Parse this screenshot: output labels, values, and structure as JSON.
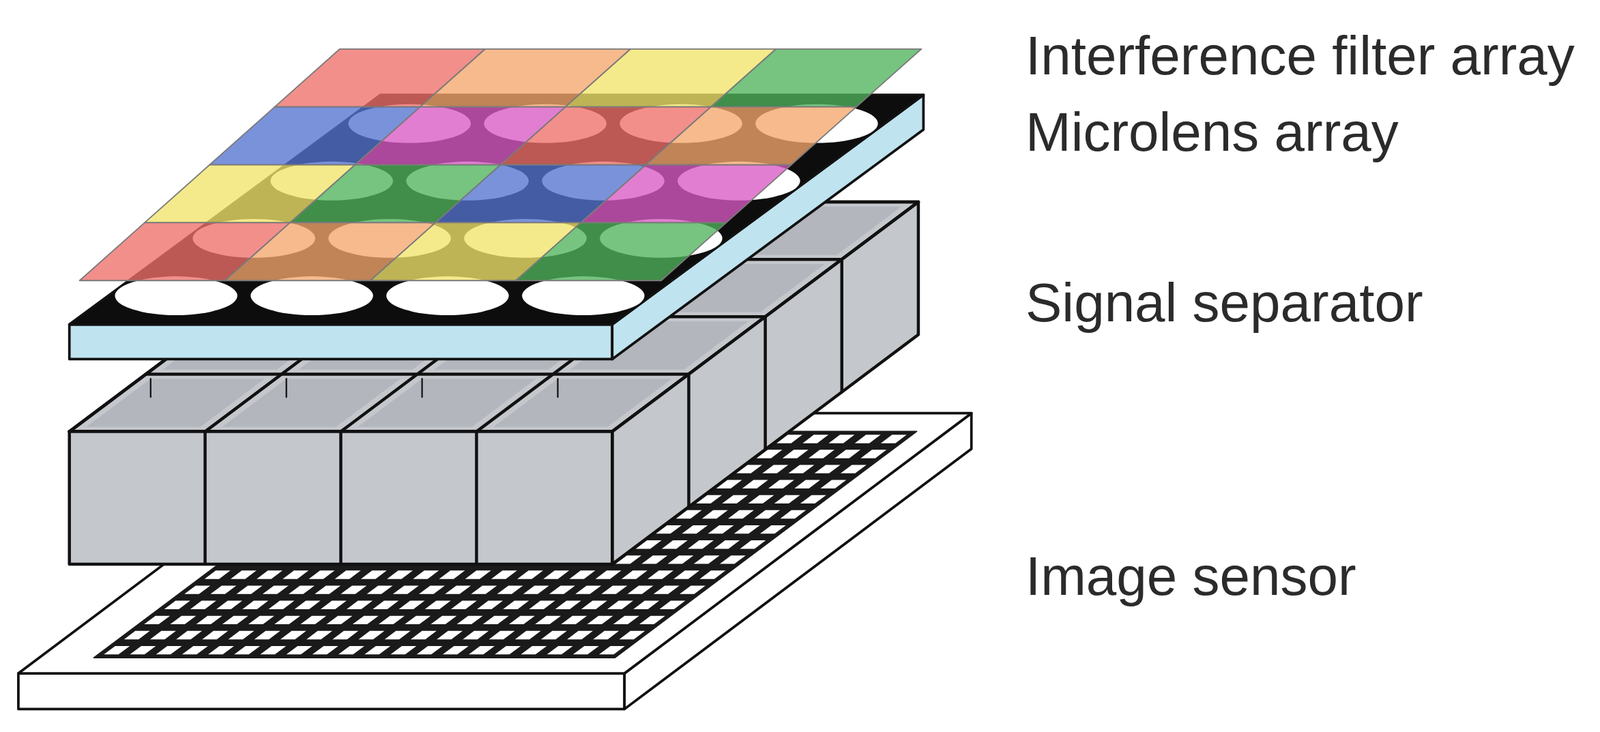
{
  "diagram": {
    "labels": [
      "Interference filter array",
      "Microlens array",
      "Signal separator",
      "Image sensor"
    ]
  }
}
